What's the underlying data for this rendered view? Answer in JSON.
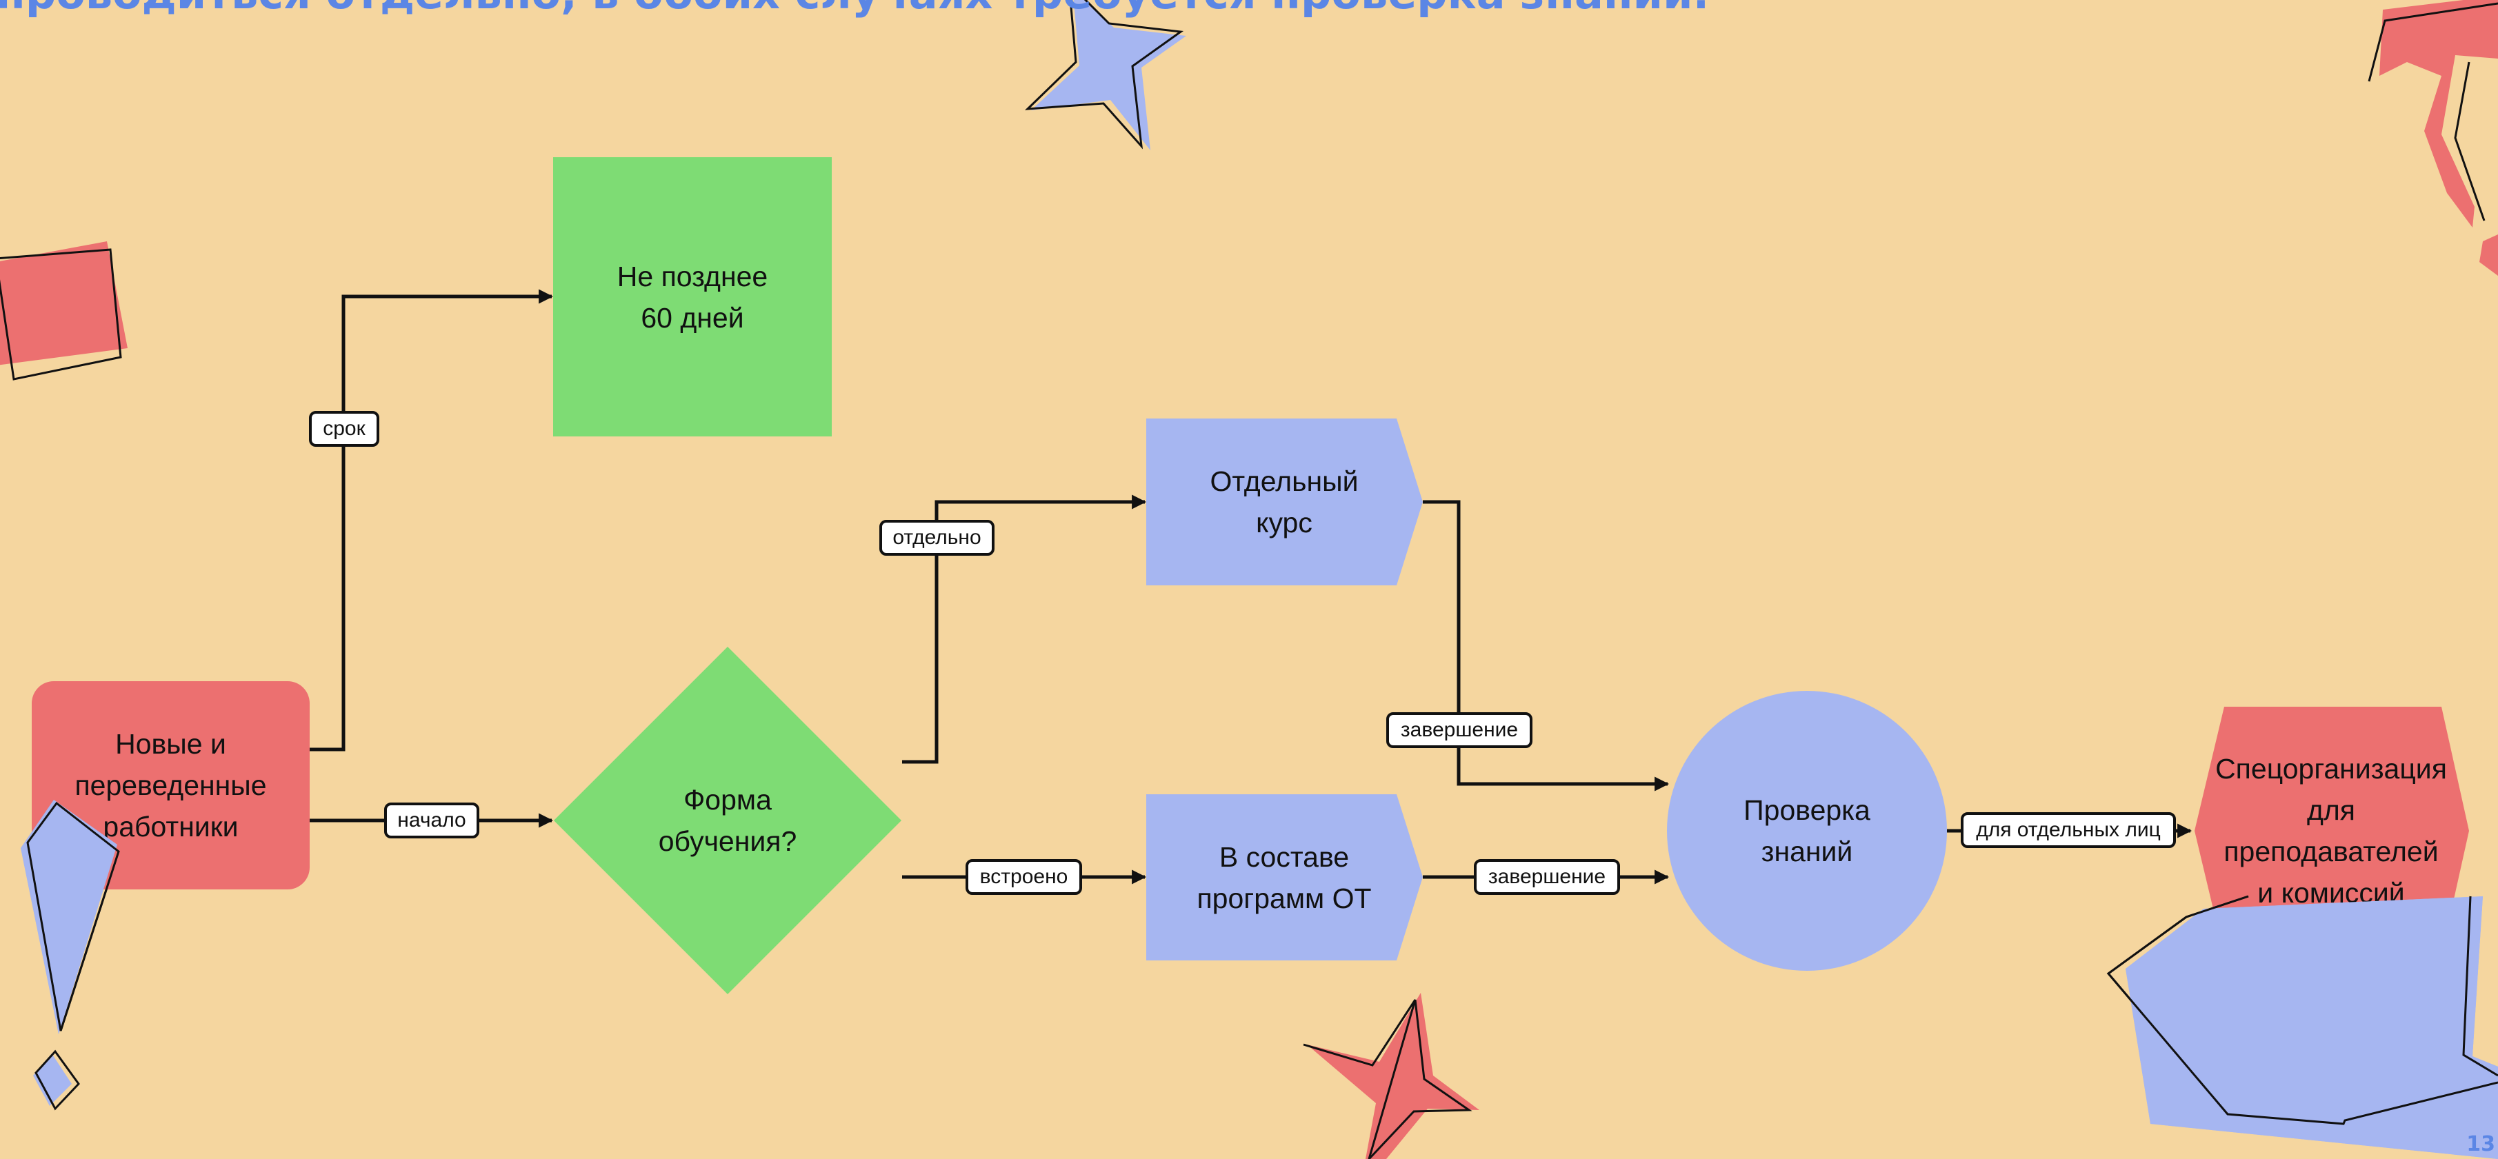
{
  "slide": {
    "heading": "проводиться отдельно, в обоих случаях требуется проверка знаний.",
    "page_number": "13"
  },
  "colors": {
    "background": "#f5d69f",
    "red": "#ec7070",
    "green": "#7edc74",
    "blue": "#a6b6f1",
    "heading": "#5b86e5",
    "line": "#111111"
  },
  "nodes": {
    "new_workers": "Новые и\nпереведенные\nработники",
    "deadline": "Не позднее\n60 дней",
    "decision": "Форма\nобучения?",
    "separate_course": "Отдельный\nкурс",
    "within_programs": "В составе\nпрограмм ОТ",
    "knowledge_check": "Проверка\nзнаний",
    "special_org": "Спецорганизация\nдля\nпреподавателей\nи комиссий"
  },
  "edge_labels": {
    "deadline": "срок",
    "start": "начало",
    "separately": "отдельно",
    "embedded": "встроено",
    "completion_course": "завершение",
    "completion_programs": "завершение",
    "for_individuals": "для отдельных лиц"
  },
  "decorations": [
    "star-shape",
    "square-shape",
    "exclamation-shape",
    "bracket-shape",
    "speech-bubble-shape"
  ]
}
